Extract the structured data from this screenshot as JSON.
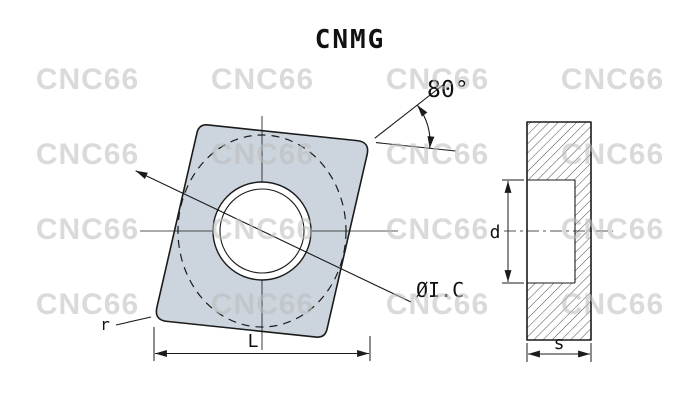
{
  "title": "CNMG",
  "watermark": {
    "text": "CNC66"
  },
  "front_view": {
    "angle_label": "80°",
    "inscribed_circle_label": "ØI.C",
    "corner_radius_label": "r",
    "length_label": "L"
  },
  "side_view": {
    "hole_diameter_label": "d",
    "thickness_label": "s"
  },
  "colors": {
    "insert_fill": "#ccd5dd",
    "line": "#1b1b1b"
  }
}
